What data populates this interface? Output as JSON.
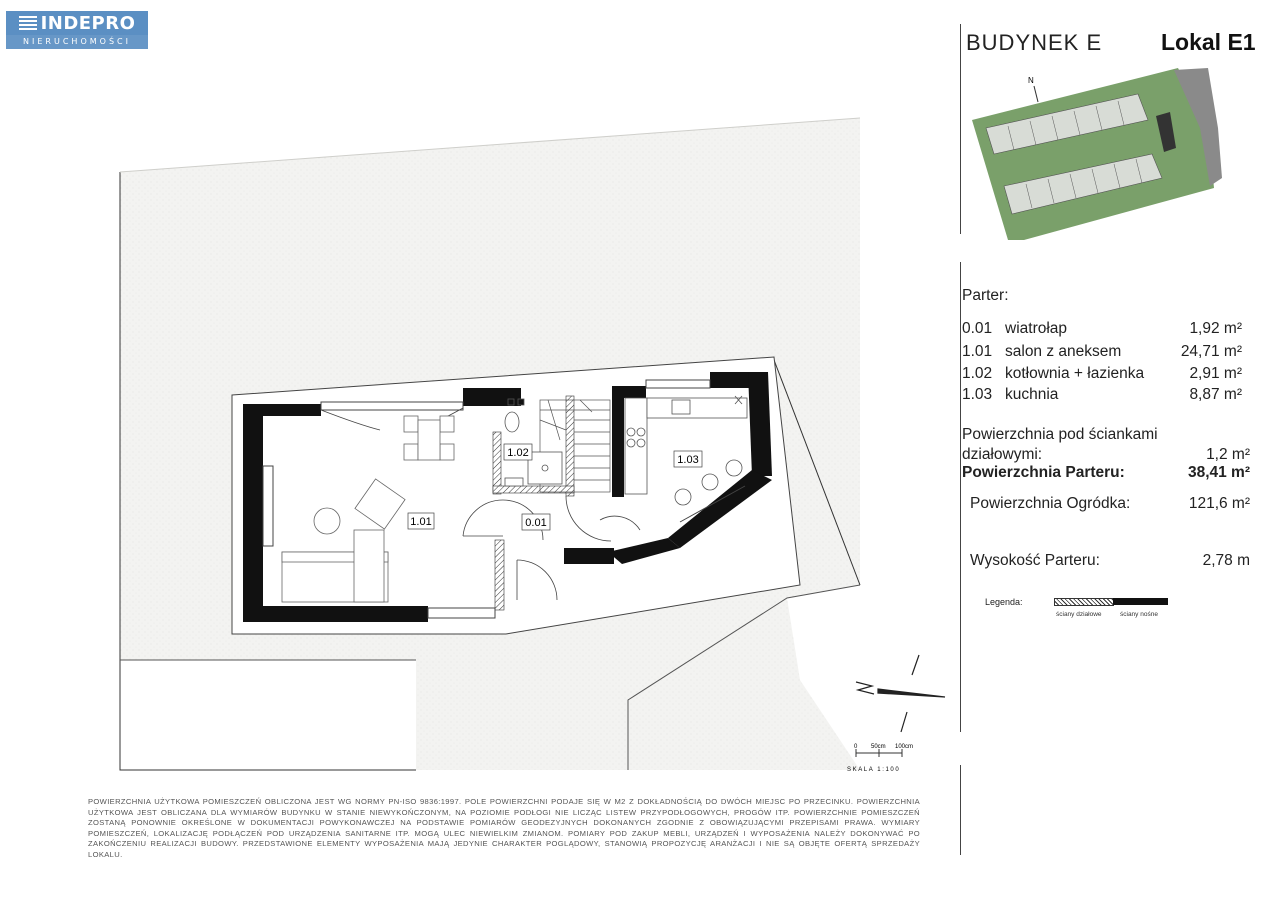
{
  "logo": {
    "name": "INDEPRO",
    "tagline": "NIERUCHOMOŚCI"
  },
  "header": {
    "building": "BUDYNEK E",
    "unit": "Lokal E1"
  },
  "compass_north": "N",
  "floor": {
    "title": "Parter:"
  },
  "rooms": [
    {
      "no": "0.01",
      "name": "wiatrołap",
      "area": "1,92",
      "unit": "m²"
    },
    {
      "no": "1.01",
      "name": "salon z aneksem",
      "area": "24,71",
      "unit": "m²"
    },
    {
      "no": "1.02",
      "name": "kotłownia + łazienka",
      "area": "2,91",
      "unit": "m²"
    },
    {
      "no": "1.03",
      "name": "kuchnia",
      "area": "8,87",
      "unit": "m²"
    }
  ],
  "summary": {
    "partition_label_line1": "Powierzchnia pod ściankami",
    "partition_label_line2": "działowymi:",
    "partition_value": "1,2 m²",
    "ground_label": "Powierzchnia Parteru:",
    "ground_value": "38,41 m²",
    "garden_label": "Powierzchnia Ogródka:",
    "garden_value": "121,6 m²",
    "height_label": "Wysokość Parteru:",
    "height_value": "2,78 m"
  },
  "legend": {
    "label": "Legenda:",
    "partition": "ściany działowe",
    "bearing": "ściany nośne"
  },
  "plan_labels": {
    "r101": "1.01",
    "r102": "1.02",
    "r103": "1.03",
    "r001": "0.01"
  },
  "scale": {
    "zero": "0",
    "mid": "50cm",
    "end": "100cm",
    "caption": "SKALA 1:100"
  },
  "footer": "POWIERZCHNIA UŻYTKOWA POMIESZCZEŃ OBLICZONA JEST WG NORMY PN-ISO 9836:1997. POLE POWIERZCHNI PODAJE SIĘ W M2 Z DOKŁADNOŚCIĄ DO DWÓCH MIEJSC PO PRZECINKU. POWIERZCHNIA UŻYTKOWA JEST OBLICZANA DLA WYMIARÓW BUDYNKU W STANIE NIEWYKOŃCZONYM, NA POZIOMIE PODŁOGI NIE LICZĄC LISTEW PRZYPODŁOGOWYCH, PROGÓW ITP. POWIERZCHNIE POMIESZCZEŃ ZOSTANĄ PONOWNIE OKREŚLONE W DOKUMENTACJI POWYKONAWCZEJ NA PODSTAWIE POMIARÓW GEODEZYJNYCH DOKONANYCH ZGODNIE Z OBOWIĄZUJĄCYMI PRZEPISAMI PRAWA. WYMIARY POMIESZCZEŃ, LOKALIZACJĘ PODŁĄCZEŃ POD URZĄDZENIA SANITARNE ITP. MOGĄ ULEC NIEWIELKIM ZMIANOM. POMIARY POD ZAKUP MEBLI, URZĄDZEŃ I WYPOSAŻENIA NALEŻY DOKONYWAĆ PO ZAKOŃCZENIU REALIZACJI BUDOWY. PRZEDSTAWIONE ELEMENTY WYPOSAŻENIA MAJĄ JEDYNIE CHARAKTER POGLĄDOWY, STANOWIĄ PROPOZYCJĘ ARANŻACJI I NIE SĄ OBJĘTE OFERTĄ SPRZEDAŻY LOKALU.",
  "colors": {
    "logo": "#5b8fc3",
    "garden": "#f1f1ef",
    "wall": "#111111",
    "minimap_green": "#7aa06a",
    "minimap_gray": "#8a8a8a"
  }
}
